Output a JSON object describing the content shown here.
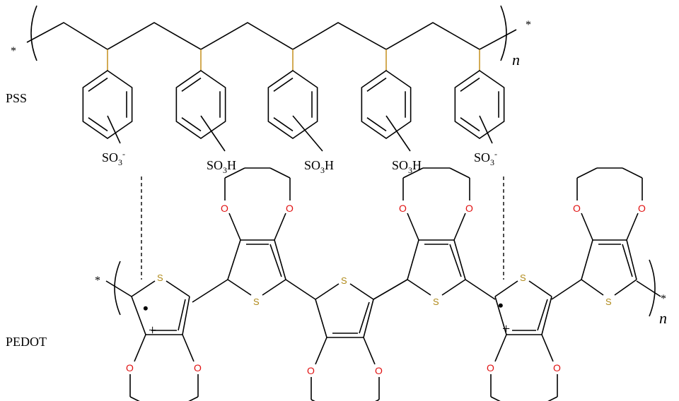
{
  "labels": {
    "top_polymer": "PSS",
    "bottom_polymer": "PEDOT",
    "repeat_unit": "n",
    "end_group": "*",
    "radical": "•",
    "charge": "+"
  },
  "pss_groups": [
    {
      "base": "SO",
      "sub": "3",
      "sup": "-"
    },
    {
      "base": "SO",
      "sub": "3",
      "sup": "H"
    },
    {
      "base": "SO",
      "sub": "3",
      "sup": "H"
    },
    {
      "base": "SO",
      "sub": "3",
      "sup": "H"
    },
    {
      "base": "SO",
      "sub": "3",
      "sup": "-"
    }
  ],
  "atoms": {
    "sulfur": "S",
    "oxygen": "O"
  },
  "colors": {
    "bond": "#000000",
    "sulfur": "#b08a1a",
    "oxygen": "#e01010",
    "backbone_link": "#c8962a"
  }
}
